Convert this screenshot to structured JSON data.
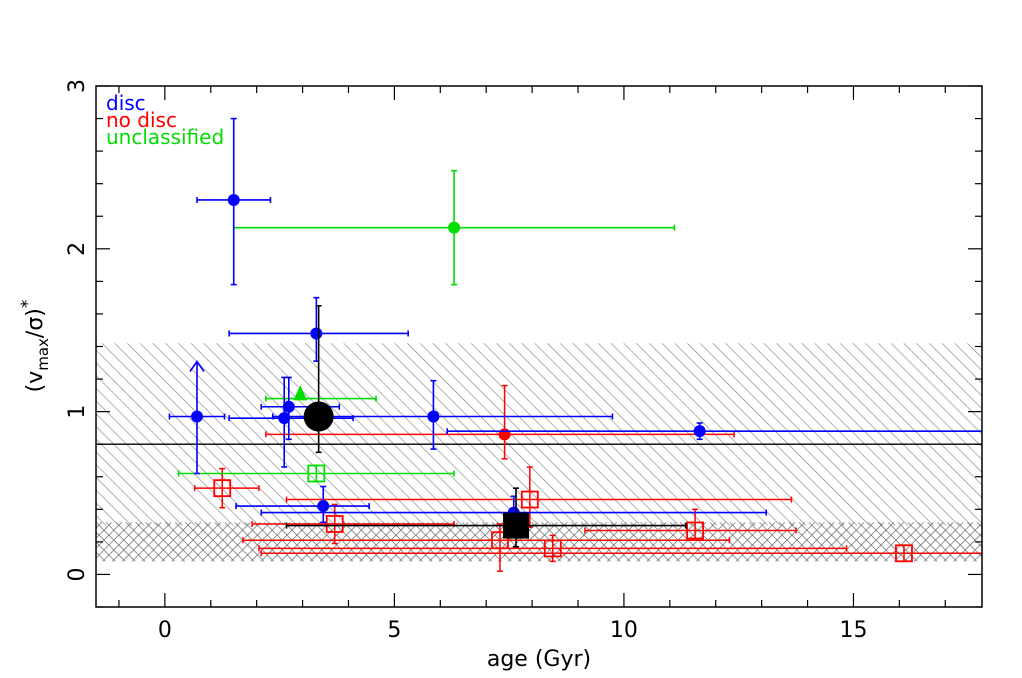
{
  "chart_data": {
    "type": "scatter",
    "xlabel": "age (Gyr)",
    "ylabel_parts": {
      "open": "(v",
      "sub": "max",
      "mid": "/σ)",
      "sup": "*"
    },
    "xlim": [
      -1.5,
      17.8
    ],
    "ylim": [
      -0.2,
      3.0
    ],
    "x_ticks": [
      0,
      5,
      10,
      15
    ],
    "x_tick_labels": [
      "0",
      "5",
      "10",
      "15"
    ],
    "y_ticks": [
      0,
      1,
      2,
      3
    ],
    "y_tick_labels": [
      "0",
      "1",
      "2",
      "3"
    ],
    "x_minor_step": 1,
    "y_minor_step": 0.2,
    "legend": [
      {
        "label": "disc",
        "color": "#0000ff"
      },
      {
        "label": "no disc",
        "color": "#ff0000"
      },
      {
        "label": "unclassified",
        "color": "#00dd00"
      }
    ],
    "legend_position": "top-left",
    "colors": {
      "disc": "#0000ff",
      "nodisc": "#ff0000",
      "unclassified": "#00dd00",
      "mean": "#000000",
      "band": "#888888"
    },
    "hline": 0.8,
    "bands": [
      {
        "name": "upper-band",
        "y0": 0.3,
        "y1": 1.42,
        "pattern": "single-hatch"
      },
      {
        "name": "lower-band",
        "y0": 0.08,
        "y1": 0.32,
        "pattern": "cross-hatch"
      }
    ],
    "disc_points": [
      {
        "x": 1.5,
        "y": 2.3,
        "xerr": [
          0.8,
          0.8
        ],
        "yerr": [
          0.52,
          0.5
        ]
      },
      {
        "x": 3.3,
        "y": 1.48,
        "xerr": [
          1.9,
          2.0
        ],
        "yerr": [
          0.17,
          0.22
        ]
      },
      {
        "x": 0.7,
        "y": 0.97,
        "xerr": [
          0.6,
          0.6
        ],
        "yerr": [
          0.35,
          0.0
        ],
        "lower_limit": true
      },
      {
        "x": 2.6,
        "y": 0.96,
        "xerr": [
          1.2,
          1.5
        ],
        "yerr": [
          0.3,
          0.25
        ]
      },
      {
        "x": 2.7,
        "y": 1.03,
        "xerr": [
          0.6,
          1.1
        ],
        "yerr": [
          0.2,
          0.18
        ]
      },
      {
        "x": 5.85,
        "y": 0.97,
        "xerr": [
          3.5,
          3.9
        ],
        "yerr": [
          0.2,
          0.22
        ]
      },
      {
        "x": 11.65,
        "y": 0.88,
        "xerr": [
          5.5,
          6.5
        ],
        "yerr": [
          0.05,
          0.05
        ]
      },
      {
        "x": 3.45,
        "y": 0.42,
        "xerr": [
          1.9,
          1.0
        ],
        "yerr": [
          0.1,
          0.12
        ]
      },
      {
        "x": 7.6,
        "y": 0.38,
        "xerr": [
          5.5,
          5.5
        ],
        "yerr": [
          0.1,
          0.1
        ]
      }
    ],
    "nodisc_filled": [
      {
        "x": 7.4,
        "y": 0.86,
        "xerr": [
          5.2,
          5.0
        ],
        "yerr": [
          0.15,
          0.3
        ]
      }
    ],
    "nodisc_squares": [
      {
        "x": 1.25,
        "y": 0.53,
        "xerr": [
          0.6,
          0.8
        ],
        "yerr": [
          0.12,
          0.12
        ]
      },
      {
        "x": 3.7,
        "y": 0.31,
        "xerr": [
          1.8,
          2.6
        ],
        "yerr": [
          0.12,
          0.12
        ]
      },
      {
        "x": 7.95,
        "y": 0.46,
        "xerr": [
          5.3,
          5.7
        ],
        "yerr": [
          0.17,
          0.2
        ]
      },
      {
        "x": 7.3,
        "y": 0.21,
        "xerr": [
          5.6,
          5.0
        ],
        "yerr": [
          0.19,
          0.1
        ]
      },
      {
        "x": 8.45,
        "y": 0.16,
        "xerr": [
          6.4,
          6.4
        ],
        "yerr": [
          0.08,
          0.08
        ]
      },
      {
        "x": 11.55,
        "y": 0.27,
        "xerr": [
          2.4,
          2.2
        ],
        "yerr": [
          0.05,
          0.13
        ]
      },
      {
        "x": 16.1,
        "y": 0.13,
        "xerr": [
          14.0,
          2.5
        ],
        "yerr": [
          0.05,
          0.05
        ]
      }
    ],
    "unclassified_points": [
      {
        "x": 6.3,
        "y": 2.13,
        "xerr": [
          4.8,
          4.8
        ],
        "yerr": [
          0.35,
          0.35
        ]
      },
      {
        "x": 2.95,
        "y": 1.1,
        "xerr": [
          0.0,
          0.0
        ],
        "yerr": [
          0.0,
          0.0
        ],
        "marker": "triangle"
      }
    ],
    "unclassified_squares": [
      {
        "x": 3.3,
        "y": 0.62,
        "xerr": [
          3.0,
          3.0
        ],
        "yerr": [
          0.05,
          0.05
        ]
      },
      {
        "x": 2.9,
        "y": 1.08,
        "xerr": [
          0.7,
          1.7
        ],
        "yerr": [
          0.0,
          0.0
        ],
        "no_marker": true
      }
    ],
    "mean_disc": {
      "x": 3.35,
      "y": 0.97,
      "xerr": [
        0.0,
        0.0
      ],
      "yerr": [
        0.22,
        0.68
      ]
    },
    "mean_nodisc": {
      "x": 7.65,
      "y": 0.3,
      "xerr": [
        5.0,
        3.7
      ],
      "yerr": [
        0.13,
        0.23
      ]
    }
  }
}
